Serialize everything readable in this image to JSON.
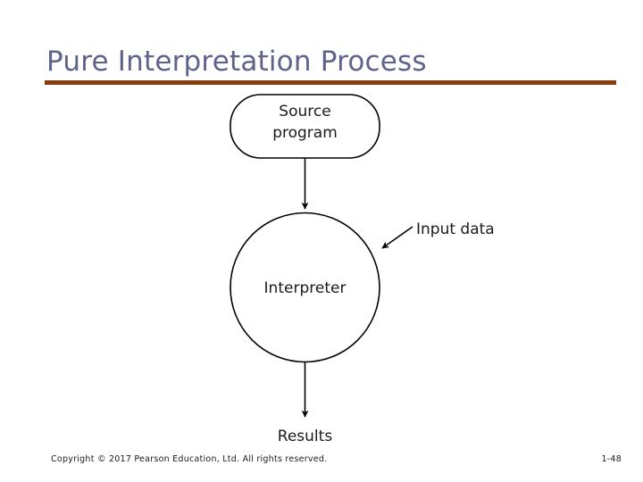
{
  "slide": {
    "title": "Pure Interpretation Process",
    "accent_rule_color": "#8a3c0c",
    "title_color": "#5f628b",
    "background_color": "#ffffff"
  },
  "diagram": {
    "type": "flowchart",
    "nodes": [
      {
        "id": "source",
        "shape": "rounded-rectangle",
        "line1": "Source",
        "line2": "program"
      },
      {
        "id": "interpreter",
        "shape": "circle",
        "label": "Interpreter"
      },
      {
        "id": "results",
        "shape": "text",
        "label": "Results"
      },
      {
        "id": "input",
        "shape": "text",
        "label": "Input data"
      }
    ],
    "edges": [
      {
        "from": "source",
        "to": "interpreter",
        "direction": "down",
        "arrow": "filled"
      },
      {
        "from": "input",
        "to": "interpreter",
        "direction": "down-left",
        "arrow": "filled"
      },
      {
        "from": "interpreter",
        "to": "results",
        "direction": "down",
        "arrow": "filled"
      }
    ],
    "stroke_color": "#000000"
  },
  "footer": {
    "copyright": "Copyright © 2017 Pearson Education, Ltd. All rights reserved.",
    "page_number": "1-48"
  }
}
